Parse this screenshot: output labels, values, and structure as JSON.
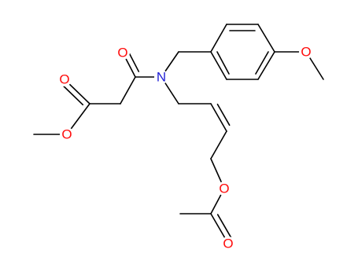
{
  "molecule": {
    "colors": {
      "carbon_bond": "#000000",
      "oxygen": "#ff0d0d",
      "nitrogen": "#1f1fd6",
      "background": "#ffffff"
    },
    "atoms": [
      {
        "id": "N1",
        "label": "N",
        "element": "N"
      },
      {
        "id": "O1",
        "label": "O",
        "element": "O"
      },
      {
        "id": "O2",
        "label": "O",
        "element": "O"
      },
      {
        "id": "O3",
        "label": "O",
        "element": "O"
      },
      {
        "id": "O4",
        "label": "O",
        "element": "O"
      },
      {
        "id": "O5",
        "label": "O",
        "element": "O"
      },
      {
        "id": "O6",
        "label": "O",
        "element": "O"
      }
    ]
  }
}
